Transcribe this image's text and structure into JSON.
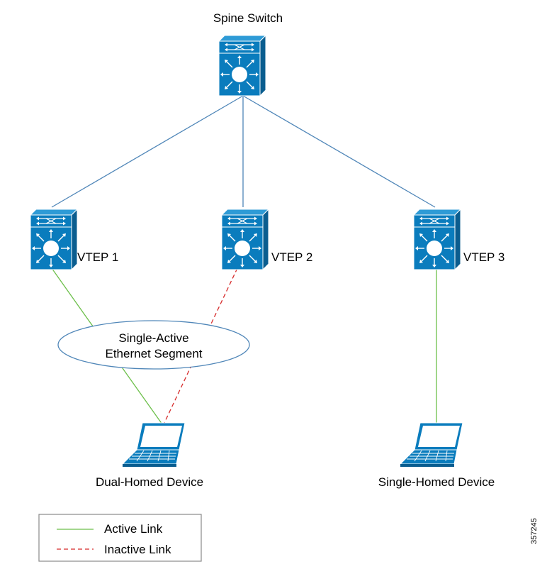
{
  "colors": {
    "device_front": "#0a7cbd",
    "device_top": "#2e9bd6",
    "device_side": "#0a5d8f",
    "uplink": "#4f86b8",
    "active_link": "#6cbf4a",
    "inactive_link": "#d62b2b"
  },
  "nodes": {
    "spine": {
      "label": "Spine Switch",
      "icon": "switch-icon"
    },
    "vtep1": {
      "label": "VTEP 1",
      "icon": "switch-icon"
    },
    "vtep2": {
      "label": "VTEP 2",
      "icon": "switch-icon"
    },
    "vtep3": {
      "label": "VTEP 3",
      "icon": "switch-icon"
    },
    "dual_homed": {
      "label": "Dual-Homed Device",
      "icon": "laptop-icon"
    },
    "single_homed": {
      "label": "Single-Homed Device",
      "icon": "laptop-icon"
    }
  },
  "segment": {
    "line1": "Single-Active",
    "line2": "Ethernet Segment"
  },
  "legend": {
    "active": "Active Link",
    "inactive": "Inactive Link"
  },
  "figure_id": "357245"
}
